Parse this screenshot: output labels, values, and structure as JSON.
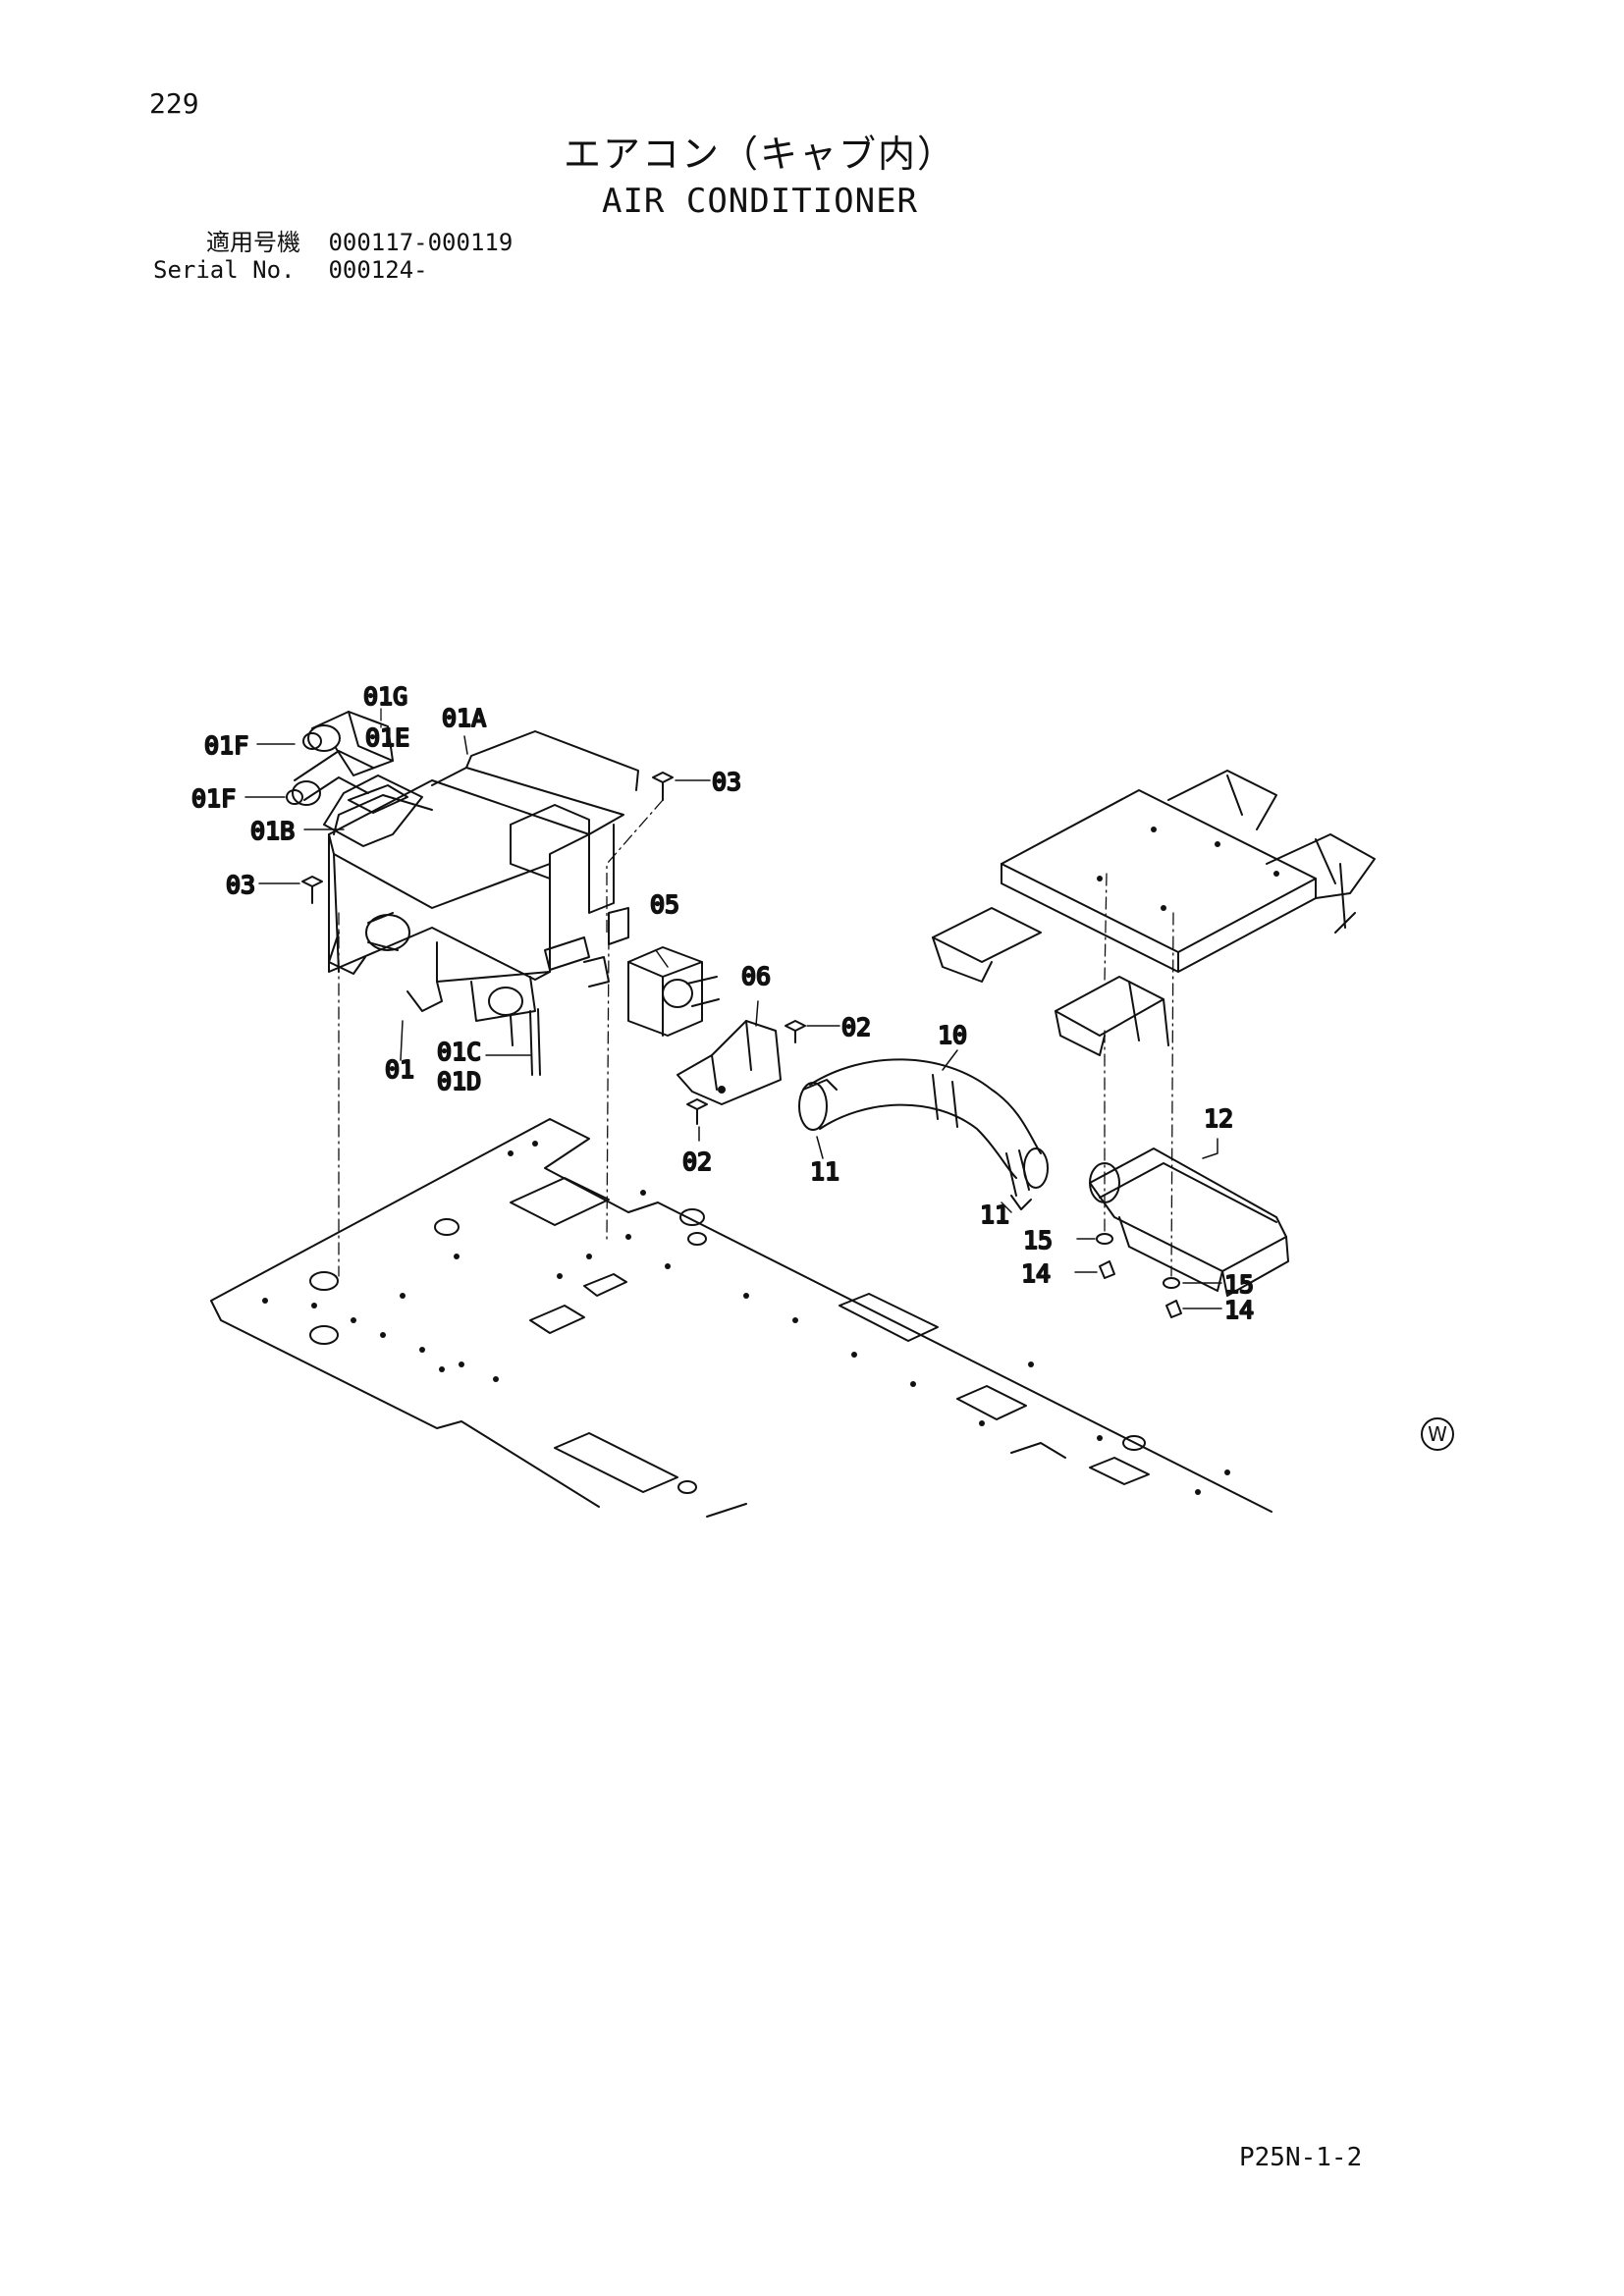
{
  "page_number": "229",
  "title_jp": "エアコン（キャブ内）",
  "title_en": "AIR CONDITIONER",
  "serial": {
    "jp_label": "適用号機",
    "jp_value": "000117-000119",
    "en_label": "Serial No.",
    "en_value": "000124-"
  },
  "callouts": {
    "c01G": "01G",
    "c01E": "01E",
    "c01A": "01A",
    "c01F_a": "01F",
    "c01F_b": "01F",
    "c01B": "01B",
    "c03_a": "03",
    "c03_b": "03",
    "c05": "05",
    "c06": "06",
    "c02_a": "02",
    "c02_b": "02",
    "c10": "10",
    "c01": "01",
    "c01C": "01C",
    "c01D": "01D",
    "c11_a": "11",
    "c11_b": "11",
    "c12": "12",
    "c15_a": "15",
    "c14_a": "14",
    "c15_b": "15",
    "c14_b": "14"
  },
  "corner_mark": "W",
  "drawing_code": "P25N-1-2"
}
